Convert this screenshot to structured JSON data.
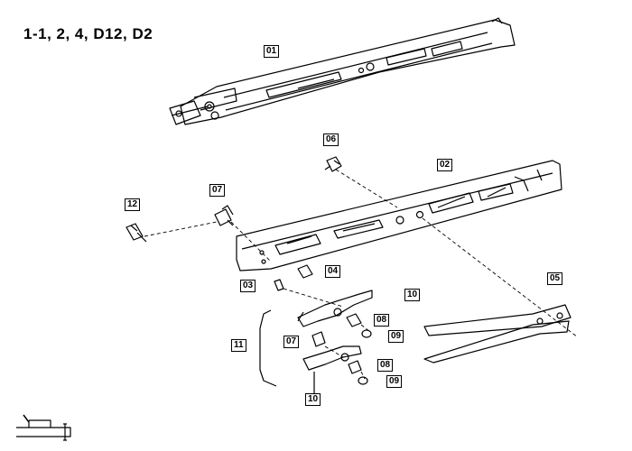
{
  "title": "1-1, 2, 4,  D12, D2",
  "callouts": {
    "c01": "01",
    "c02": "02",
    "c03": "03",
    "c04": "04",
    "c05": "05",
    "c06": "06",
    "c07a": "07",
    "c07b": "07",
    "c08a": "08",
    "c08b": "08",
    "c09a": "09",
    "c09b": "09",
    "c10a": "10",
    "c10b": "10",
    "c11": "11",
    "c12": "12"
  },
  "corner_icon": "",
  "colors": {
    "ink": "#000000",
    "background": "#ffffff"
  }
}
